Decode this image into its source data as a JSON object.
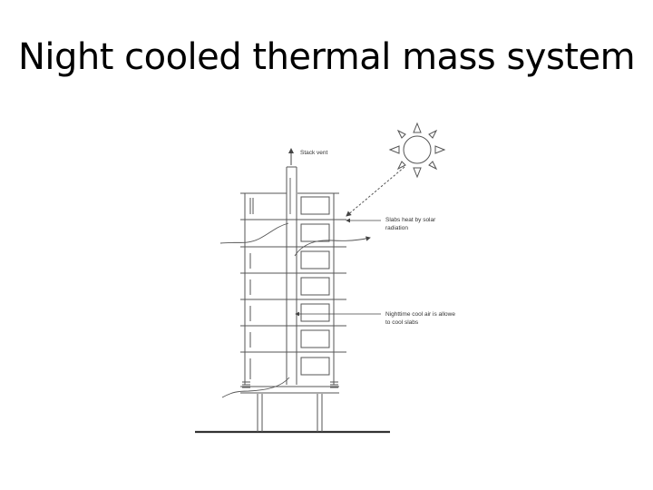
{
  "slide": {
    "title": "Night cooled thermal mass system"
  },
  "diagram": {
    "labels": {
      "stack_vent": "Stack vent",
      "slabs_heat_line1": "Slabs heat by solar",
      "slabs_heat_line2": "radiation",
      "night_air_line1": "Nighttime cool air is allowe",
      "night_air_line2": "to cool slabs"
    },
    "icons": [
      "sun-icon"
    ],
    "line_color": "#555555"
  }
}
